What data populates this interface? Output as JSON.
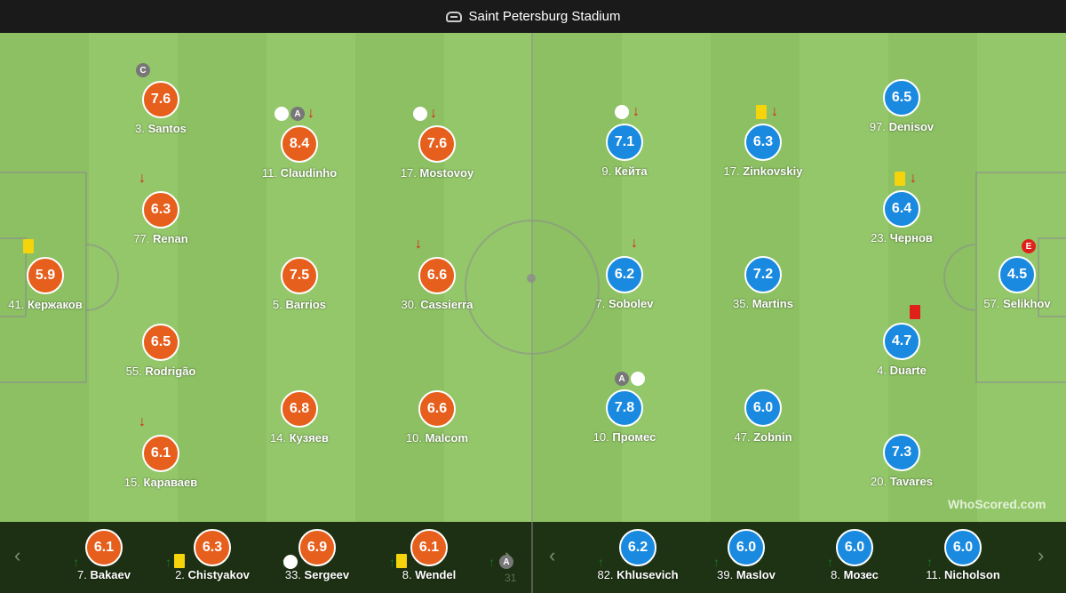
{
  "header": {
    "venue": "Saint Petersburg Stadium",
    "icon": "stadium-icon"
  },
  "colors": {
    "home": "#e65f1d",
    "away": "#1a8ae0",
    "pitch": "#8cc062"
  },
  "watermark": "WhoScored.com",
  "home": [
    {
      "num": "3.",
      "name": "Santos",
      "rating": "7.6"
    },
    {
      "num": "11.",
      "name": "Claudinho",
      "rating": "8.4"
    },
    {
      "num": "17.",
      "name": "Mostovoy",
      "rating": "7.6"
    },
    {
      "num": "77.",
      "name": "Renan",
      "rating": "6.3"
    },
    {
      "num": "41.",
      "name": "Кержаков",
      "rating": "5.9"
    },
    {
      "num": "5.",
      "name": "Barrios",
      "rating": "7.5"
    },
    {
      "num": "30.",
      "name": "Cassierra",
      "rating": "6.6"
    },
    {
      "num": "55.",
      "name": "Rodrigão",
      "rating": "6.5"
    },
    {
      "num": "14.",
      "name": "Кузяев",
      "rating": "6.8"
    },
    {
      "num": "10.",
      "name": "Malcom",
      "rating": "6.6"
    },
    {
      "num": "15.",
      "name": "Караваев",
      "rating": "6.1"
    }
  ],
  "away": [
    {
      "num": "97.",
      "name": "Denisov",
      "rating": "6.5"
    },
    {
      "num": "9.",
      "name": "Кейта",
      "rating": "7.1"
    },
    {
      "num": "17.",
      "name": "Zinkovskiy",
      "rating": "6.3"
    },
    {
      "num": "23.",
      "name": "Чернов",
      "rating": "6.4"
    },
    {
      "num": "7.",
      "name": "Sobolev",
      "rating": "6.2"
    },
    {
      "num": "35.",
      "name": "Martins",
      "rating": "7.2"
    },
    {
      "num": "57.",
      "name": "Selikhov",
      "rating": "4.5"
    },
    {
      "num": "4.",
      "name": "Duarte",
      "rating": "4.7"
    },
    {
      "num": "10.",
      "name": "Промес",
      "rating": "7.8"
    },
    {
      "num": "47.",
      "name": "Zobnin",
      "rating": "6.0"
    },
    {
      "num": "20.",
      "name": "Tavares",
      "rating": "7.3"
    }
  ],
  "bench_home": [
    {
      "num": "7.",
      "name": "Bakaev",
      "rating": "6.1"
    },
    {
      "num": "2.",
      "name": "Chistyakov",
      "rating": "6.3"
    },
    {
      "num": "33.",
      "name": "Sergeev",
      "rating": "6.9"
    },
    {
      "num": "8.",
      "name": "Wendel",
      "rating": "6.1"
    }
  ],
  "bench_home_extra": "31",
  "bench_away": [
    {
      "num": "82.",
      "name": "Khlusevich",
      "rating": "6.2"
    },
    {
      "num": "39.",
      "name": "Maslov",
      "rating": "6.0"
    },
    {
      "num": "8.",
      "name": "Мозес",
      "rating": "6.0"
    },
    {
      "num": "11.",
      "name": "Nicholson",
      "rating": "6.0"
    }
  ],
  "badges": {
    "captain": "C",
    "assist": "A",
    "error": "E"
  }
}
